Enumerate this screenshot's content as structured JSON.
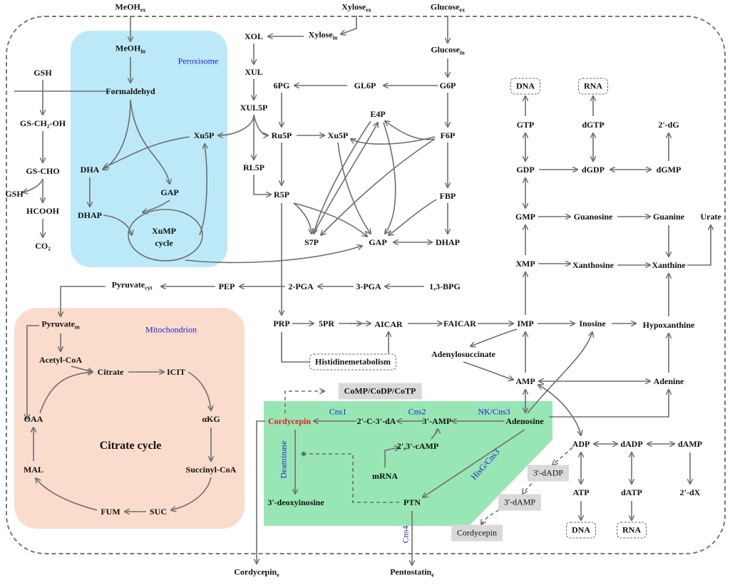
{
  "compartments": {
    "peroxisome": "Peroxisome",
    "mitochondrion": "Mitochondrion",
    "citrate_cycle": "Citrate cycle"
  },
  "metabolites": {
    "meoh_ex": "MeOH",
    "meoh_ex_sub": "ex",
    "meoh_in": "MeOH",
    "meoh_in_sub": "in",
    "xylose_ex": "Xylose",
    "xylose_ex_sub": "ex",
    "glucose_ex": "Glucose",
    "glucose_ex_sub": "ex",
    "xol": "XOL",
    "xylose_in": "Xylose",
    "xylose_in_sub": "in",
    "glucose_in": "Glucose",
    "glucose_in_sub": "in",
    "gsh": "GSH",
    "formaldehyde": "Formaldehyd",
    "xul": "XUL",
    "pg6": "6PG",
    "gl6p": "GL6P",
    "g6p": "G6P",
    "gs_ch2_oh": "GS-CH₂-OH",
    "xul5p": "XUL5P",
    "xu5p_a": "Xu5P",
    "ru5p": "Ru5P",
    "xu5p_b": "Xu5P",
    "e4p": "E4P",
    "f6p": "F6P",
    "gs_cho": "GS-CHO",
    "dha": "DHA",
    "rl5p": "RL5P",
    "gsh2": "GSH",
    "gap_a": "GAP",
    "hcooh": "HCOOH",
    "dhap_a": "DHAP",
    "r5p": "R5P",
    "fbp": "FBP",
    "xump_cycle_1": "XuMP",
    "xump_cycle_2": "cycle",
    "co2": "CO₂",
    "s7p": "S7P",
    "gap_b": "GAP",
    "dhap_b": "DHAP",
    "pyruvate_cyt": "Pyruvate",
    "pyruvate_cyt_sub": "cyt",
    "pep": "PEP",
    "pga2": "2-PGA",
    "pga3": "3-PGA",
    "bpg": "1,3-BPG",
    "pyruvate_m": "Pyruvate",
    "pyruvate_m_sub": "m",
    "acetyl_coa": "Acetyl-CoA",
    "citrate": "Citrate",
    "icit": "ICIT",
    "akg": "αKG",
    "oaa": "OAA",
    "succinyl_coa": "Succinyl-CoA",
    "mal": "MAL",
    "fum": "FUM",
    "suc": "SUC",
    "prp": "PRP",
    "pr5": "5PR",
    "aicar": "AICAR",
    "faicar": "FAICAR",
    "imp": "IMP",
    "inosine": "Inosine",
    "hypoxanthine": "Hypoxanthine",
    "adenylosuccinate": "Adenylosuccinate",
    "histidine": "Histidinemetabolism",
    "amp": "AMP",
    "adenine": "Adenine",
    "coa_box": "CoMP/CoDP/CoTP",
    "cordycepin": "Cordycepin",
    "c3da": "2'-C-3'-dA",
    "amp3": "3'-AMP",
    "adenosine": "Adenosine",
    "camp": "2',3'-cAMP",
    "mrna": "mRNA",
    "deoxyinosine": "3'-deoxyinosine",
    "ptn": "PTN",
    "adp": "ADP",
    "dadp": "dADP",
    "damp": "dAMP",
    "dadp3": "3'-dADP",
    "atp": "ATP",
    "datp": "dATP",
    "dx2": "2'-dX",
    "damp3": "3'-dAMP",
    "cordycepin_gray": "Cordycepin",
    "dna_a": "DNA",
    "rna_a": "RNA",
    "dna_b": "DNA",
    "rna_b": "RNA",
    "gtp": "GTP",
    "dgtp": "dGTP",
    "dg2": "2'-dG",
    "gdp": "GDP",
    "dgdp": "dGDP",
    "dgmp": "dGMP",
    "gmp": "GMP",
    "guanosine": "Guanosine",
    "guanine": "Guanine",
    "urate": "Urate",
    "xmp": "XMP",
    "xanthosine": "Xanthosine",
    "xanthine": "Xanthine",
    "cordycepin_e": "Cordycepin",
    "cordycepin_e_sub": "e",
    "pentostatin_e": "Pentostatin",
    "pentostatin_e_sub": "e"
  },
  "enzymes": {
    "cns1": "Cns1",
    "cns2": "Cns2",
    "nk_cns3": "NK/Cns3",
    "hisg_cns3": "HisG/Cns3",
    "deaminase": "Deaminase",
    "cns4": "Cns4"
  },
  "colors": {
    "arrow": "#6e6e6e",
    "peroxisome": "#bce9f7",
    "mitochondrion": "#f9dccb",
    "cordycepin_zone": "#98e6b4",
    "enzyme_text": "#1f1fd0",
    "cordycepin_text": "#e21b1b",
    "gray_box": "#d9d9d9"
  }
}
